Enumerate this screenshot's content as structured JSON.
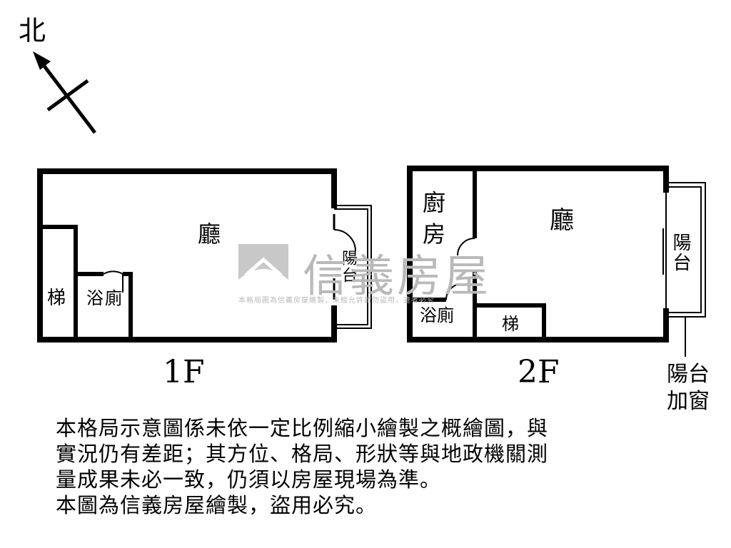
{
  "compass": {
    "label": "北"
  },
  "floor1": {
    "title": "1F",
    "rooms": {
      "living": "廳",
      "stairs": "梯",
      "bath": "浴廁",
      "balcony": "陽台"
    }
  },
  "floor2": {
    "title": "2F",
    "rooms": {
      "kitchen": "廚房",
      "living": "廳",
      "bath": "浴廁",
      "stairs": "梯",
      "balcony": "陽台"
    },
    "balcony_callout": "陽台加窗"
  },
  "watermark": {
    "brand": "信義房屋",
    "subtitle": "本格局圖為信義房屋繪製，未經允許請勿盜用，違者必究"
  },
  "disclaimer": [
    "本格局示意圖係未依一定比例縮小繪製之概繪圖，與",
    "實況仍有差距；其方位、格局、形狀等與地政機關測",
    "量成果未必一致，仍須以房屋現場為準。",
    "本圖為信義房屋繪製，盜用必究。"
  ],
  "colors": {
    "line": "#000000",
    "watermark": "#b9b9b9"
  }
}
